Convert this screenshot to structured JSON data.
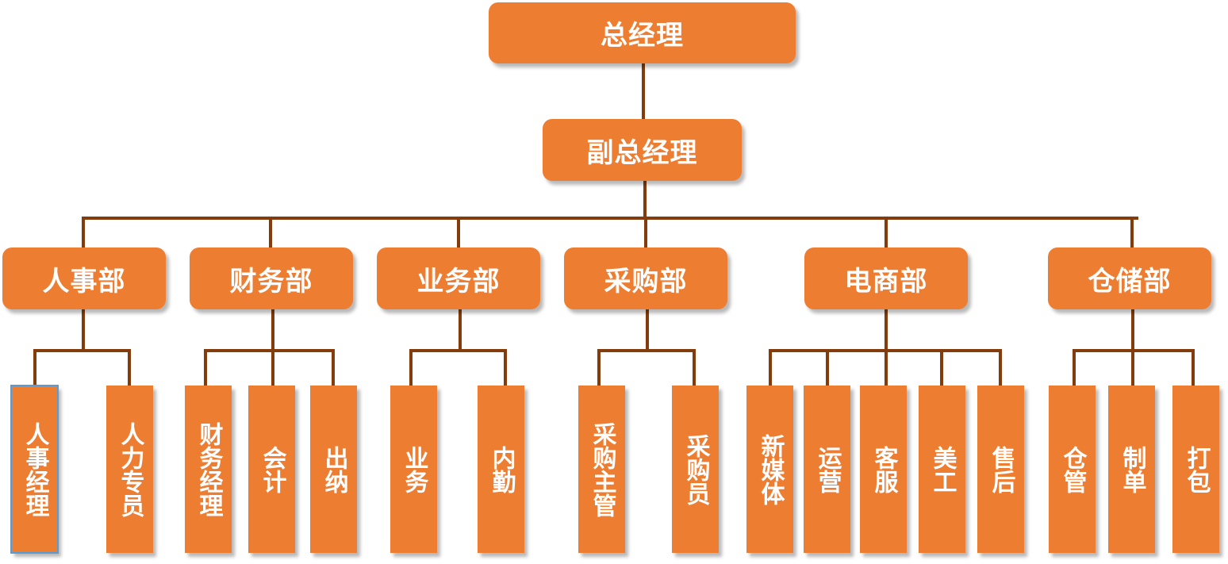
{
  "colors": {
    "box_fill": "#ED7D31",
    "box_text": "#FFFFFF",
    "connector": "#843C0C",
    "selection": "#5B9BD5"
  },
  "top": {
    "label": "总经理"
  },
  "deputy": {
    "label": "副总经理"
  },
  "departments": [
    {
      "label": "人事部",
      "roles": [
        "人事经理",
        "人力专员"
      ]
    },
    {
      "label": "财务部",
      "roles": [
        "财务经理",
        "会计",
        "出纳"
      ]
    },
    {
      "label": "业务部",
      "roles": [
        "业务",
        "内勤"
      ]
    },
    {
      "label": "采购部",
      "roles": [
        "采购主管",
        "采购员"
      ]
    },
    {
      "label": "电商部",
      "roles": [
        "新媒体",
        "运营",
        "客服",
        "美工",
        "售后"
      ]
    },
    {
      "label": "仓储部",
      "roles": [
        "仓管",
        "制单",
        "打包"
      ]
    }
  ],
  "selected_role": "人事经理"
}
